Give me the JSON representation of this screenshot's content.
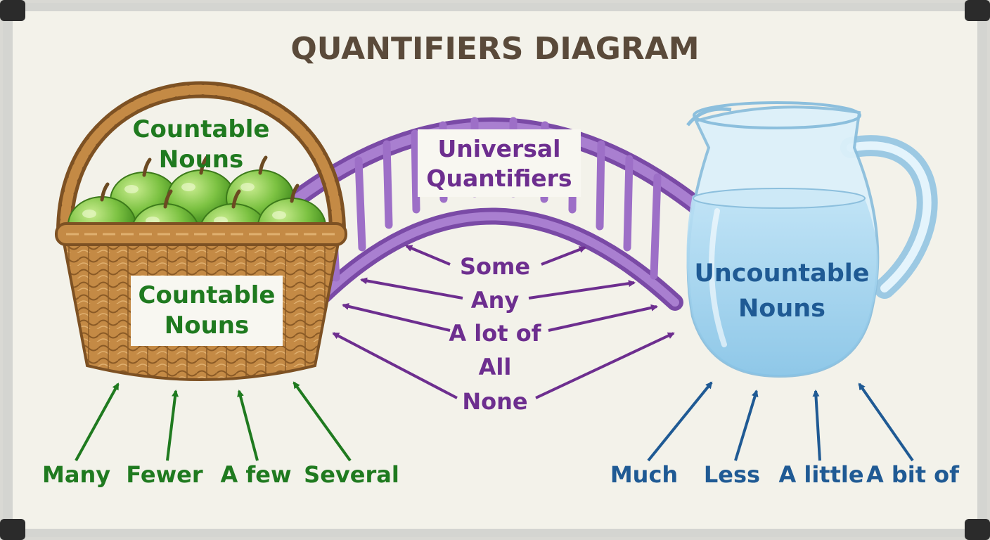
{
  "title": "QUANTIFIERS DIAGRAM",
  "colors": {
    "board": "#f3f2ea",
    "frame": "#cfd0cc",
    "title": "#5a4a3a",
    "countable": "#1f7a1f",
    "universal": "#6d2e8f",
    "uncountable": "#1f5a94",
    "bridge": "#9d6fc7",
    "bridge_dark": "#7a4aa6",
    "basket": "#b7803f",
    "basket_dark": "#7d5123",
    "apple": "#7cc242",
    "water": "#a9d7f0",
    "glass": "#d7eef9"
  },
  "countable": {
    "basket_label": "Countable Nouns",
    "sign_label": "Countable Nouns",
    "quantifiers": [
      "Many",
      "Fewer",
      "A few",
      "Several"
    ]
  },
  "universal": {
    "sign_label": "Universal Quantifiers",
    "quantifiers": [
      "Some",
      "Any",
      "A lot of",
      "All",
      "None"
    ]
  },
  "uncountable": {
    "label": "Uncountable Nouns",
    "quantifiers": [
      "Much",
      "Less",
      "A little",
      "A bit of"
    ]
  }
}
